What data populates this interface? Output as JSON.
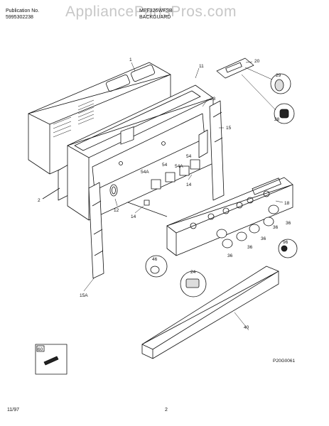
{
  "header": {
    "publication_label": "Publication No.",
    "publication_number": "5995302238",
    "model": "MEF326WFSB",
    "section": "BACKGUARD"
  },
  "watermark": "AppliancePartsPros.com",
  "callouts": {
    "p1": "1",
    "p2": "2",
    "p11": "11",
    "p12": "12",
    "p14a": "14",
    "p14b": "14",
    "p15": "15",
    "p15a": "15A",
    "p18": "18",
    "p20": "20",
    "p23": "23",
    "p24": "24",
    "p28": "28",
    "p29": "29",
    "p36a": "36",
    "p36b": "36",
    "p36c": "36",
    "p36d": "36",
    "p36e": "36",
    "p40": "40",
    "p46": "46",
    "p54a1": "54A",
    "p54a2": "54A",
    "p54a": "54",
    "p54b": "54",
    "p60": "60",
    "p96": "96"
  },
  "diagram_code": "P20G0061",
  "footer": {
    "date": "11/97",
    "page": "2"
  }
}
